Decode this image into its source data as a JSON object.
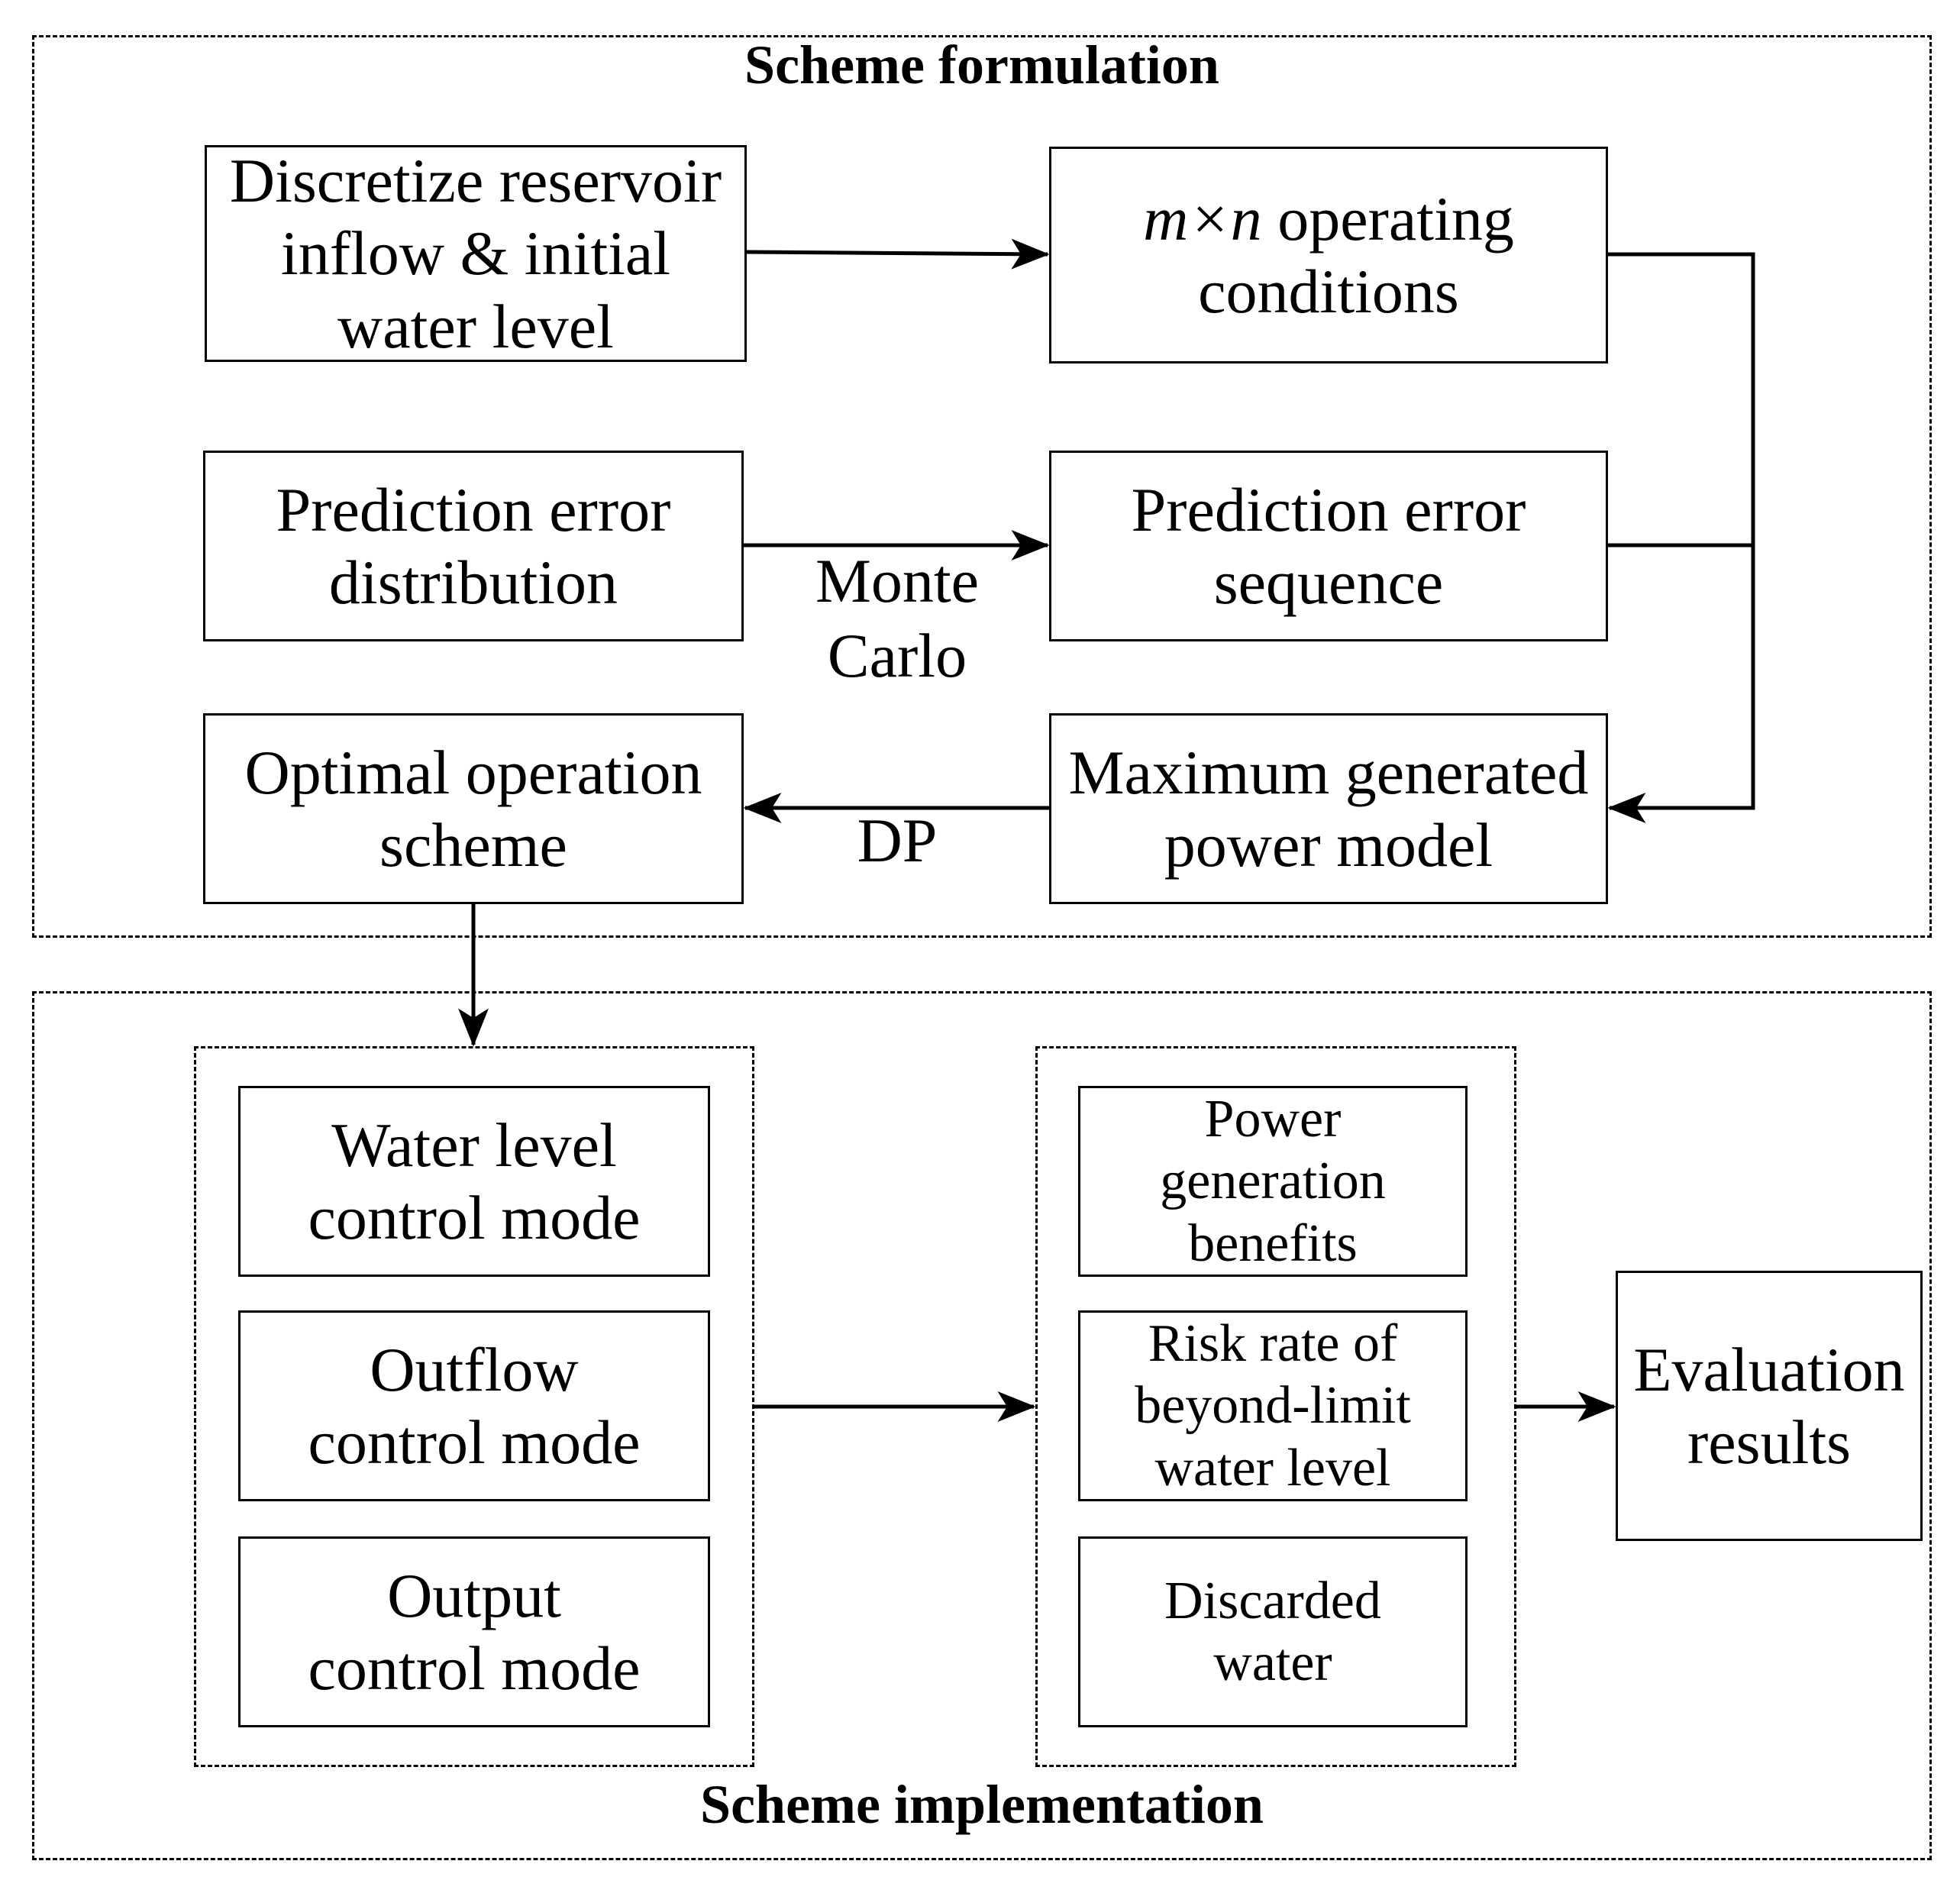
{
  "formulation": {
    "title": "Scheme formulation",
    "discretize": "Discretize reservoir\ninflow & initial\nwater level",
    "conditions_var": "m×n",
    "conditions_rest": " operating",
    "conditions_line2": "conditions",
    "pred_dist": "Prediction error\ndistribution",
    "pred_seq": "Prediction error\nsequence",
    "monte_carlo": "Monte\nCarlo",
    "optimal": "Optimal operation\nscheme",
    "max_model": "Maximum generated\npower model",
    "dp": "DP"
  },
  "implementation": {
    "title": "Scheme implementation",
    "modes": [
      "Water level\ncontrol mode",
      "Outflow\ncontrol mode",
      "Output\ncontrol mode"
    ],
    "metrics": [
      "Power\ngeneration\nbenefits",
      "Risk rate of\nbeyond-limit\nwater level",
      "Discarded\nwater"
    ],
    "evaluation": "Evaluation\nresults"
  }
}
